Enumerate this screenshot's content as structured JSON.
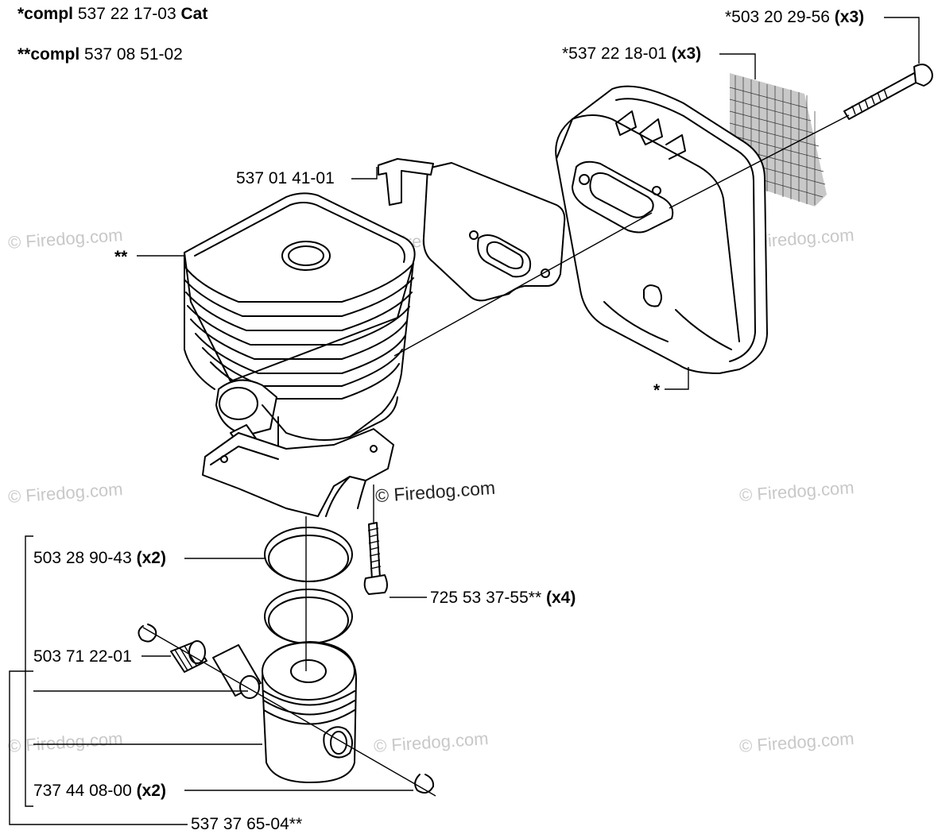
{
  "header": {
    "compl_cat_prefix": "*compl",
    "compl_cat_number": " 537 22 17-03 ",
    "compl_cat_suffix": "Cat",
    "compl_prefix": "**compl",
    "compl_number": " 537 08 51-02"
  },
  "parts": {
    "screw_top": {
      "number": "*503 20 29-56",
      "qty": "(x3)"
    },
    "screen": {
      "number": "*537 22 18-01",
      "qty": "(x3)"
    },
    "gasket": {
      "number": "537 01 41-01"
    },
    "cylinder_marker": "**",
    "muffler_marker": "*",
    "piston_ring": {
      "number": "503 28 90-43",
      "qty": "(x2)"
    },
    "cylinder_screw": {
      "number": "725 53 37-55**",
      "qty": "(x4)"
    },
    "needle_bearing": {
      "number": "503 71 22-01"
    },
    "circlip": {
      "number": "737 44 08-00",
      "qty": "(x2)"
    },
    "piston_kit": {
      "number": "537 37 65-04**"
    }
  },
  "watermarks": {
    "text": "© Firedog.com"
  }
}
